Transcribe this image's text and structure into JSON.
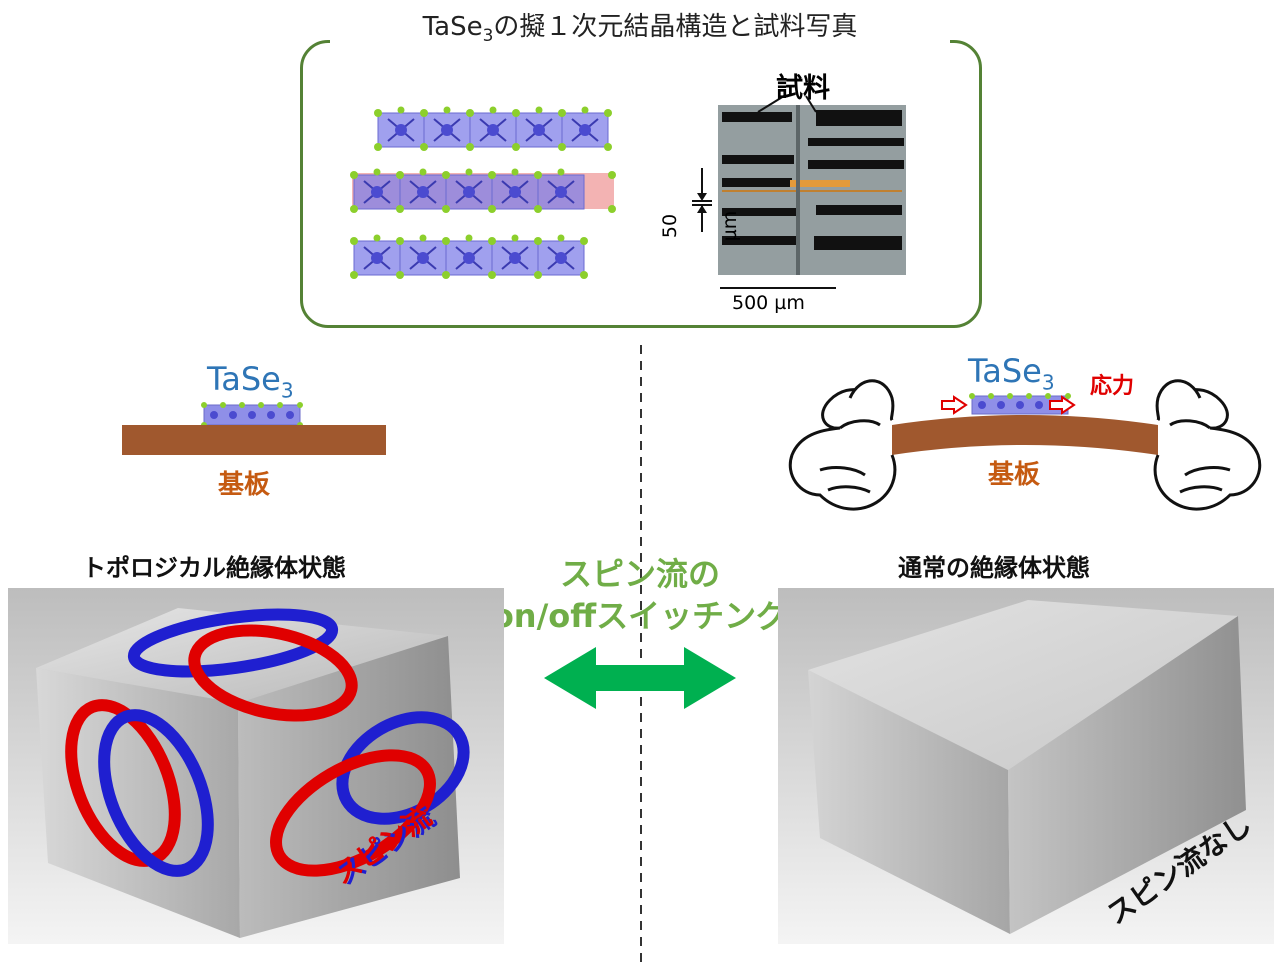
{
  "top_panel": {
    "title_main": "TaSe",
    "title_sub": "3",
    "title_rest": "の擬１次元結晶構造と試料写真",
    "sample_label": "試料",
    "scale_vertical": "50 µm",
    "scale_horizontal": "500 µm"
  },
  "left_setup": {
    "material_main": "TaSe",
    "material_sub": "3",
    "substrate_label": "基板"
  },
  "right_setup": {
    "material_main": "TaSe",
    "material_sub": "3",
    "stress_label": "応力",
    "substrate_label": "基板"
  },
  "center": {
    "line1": "スピン流の",
    "line2": "on/offスイッチング"
  },
  "left_block": {
    "heading": "トポロジカル絶縁体状態",
    "caption": "スピン流"
  },
  "right_block": {
    "heading": "通常の絶縁体状態",
    "caption": "スピン流なし"
  },
  "colors": {
    "frame_green": "#548235",
    "arrow_green": "#00b050",
    "text_green": "#70ad47",
    "substrate_brown": "#a0582e",
    "label_blue": "#2e75b6",
    "loop_red": "#e00000",
    "loop_blue": "#1f1fd0"
  }
}
